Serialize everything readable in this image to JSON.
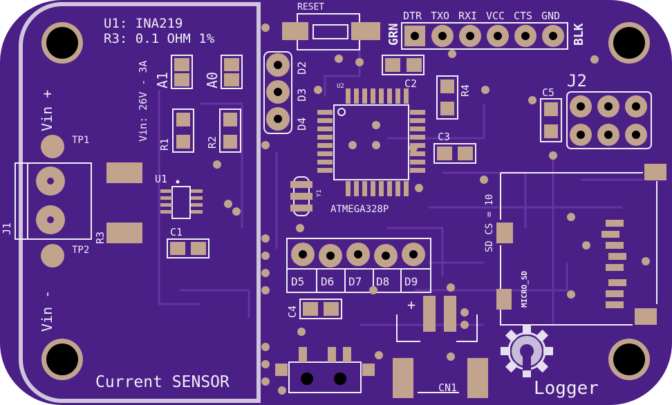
{
  "colors": {
    "board": "#4a1f86",
    "board_dark": "#3c176f",
    "trace": "#6b3aa8",
    "pad": "#c2a48e",
    "silkscreen": "#f2eef7",
    "hole": "#000000"
  },
  "left_block": {
    "title_line1": "U1: INA219",
    "title_line2": "R3: 0.1 OHM 1%",
    "vin_range": "Vin: 26V - 3A",
    "vin_plus": "Vin +",
    "vin_minus": "Vin -",
    "tp1": "TP1",
    "tp2": "TP2",
    "j1": "J1",
    "r1": "R1",
    "r2": "R2",
    "r3": "R3",
    "u1": "U1",
    "c1": "C1",
    "a1": "A1",
    "a0": "A0",
    "board_name": "Current SENSOR"
  },
  "right_block": {
    "reset": "RESET",
    "header_pins": [
      "DTR",
      "TXO",
      "RXI",
      "VCC",
      "CTS",
      "GND"
    ],
    "grn": "GRN",
    "blk": "BLK",
    "d2": "D2",
    "d3": "D3",
    "d4": "D4",
    "u2": "U2",
    "c2": "C2",
    "c3": "C3",
    "c4": "C4",
    "c5": "C5",
    "r4": "R4",
    "j2": "J2",
    "y1": "Y1",
    "mcu": "ATMEGA328P",
    "digital_pins": [
      "D5",
      "D6",
      "D7",
      "D8",
      "D9"
    ],
    "sd_cs": "SD CS = 10",
    "micro_sd": "MICRO_SD",
    "plus": "+",
    "cn1": "CN1",
    "board_name": "Logger"
  }
}
